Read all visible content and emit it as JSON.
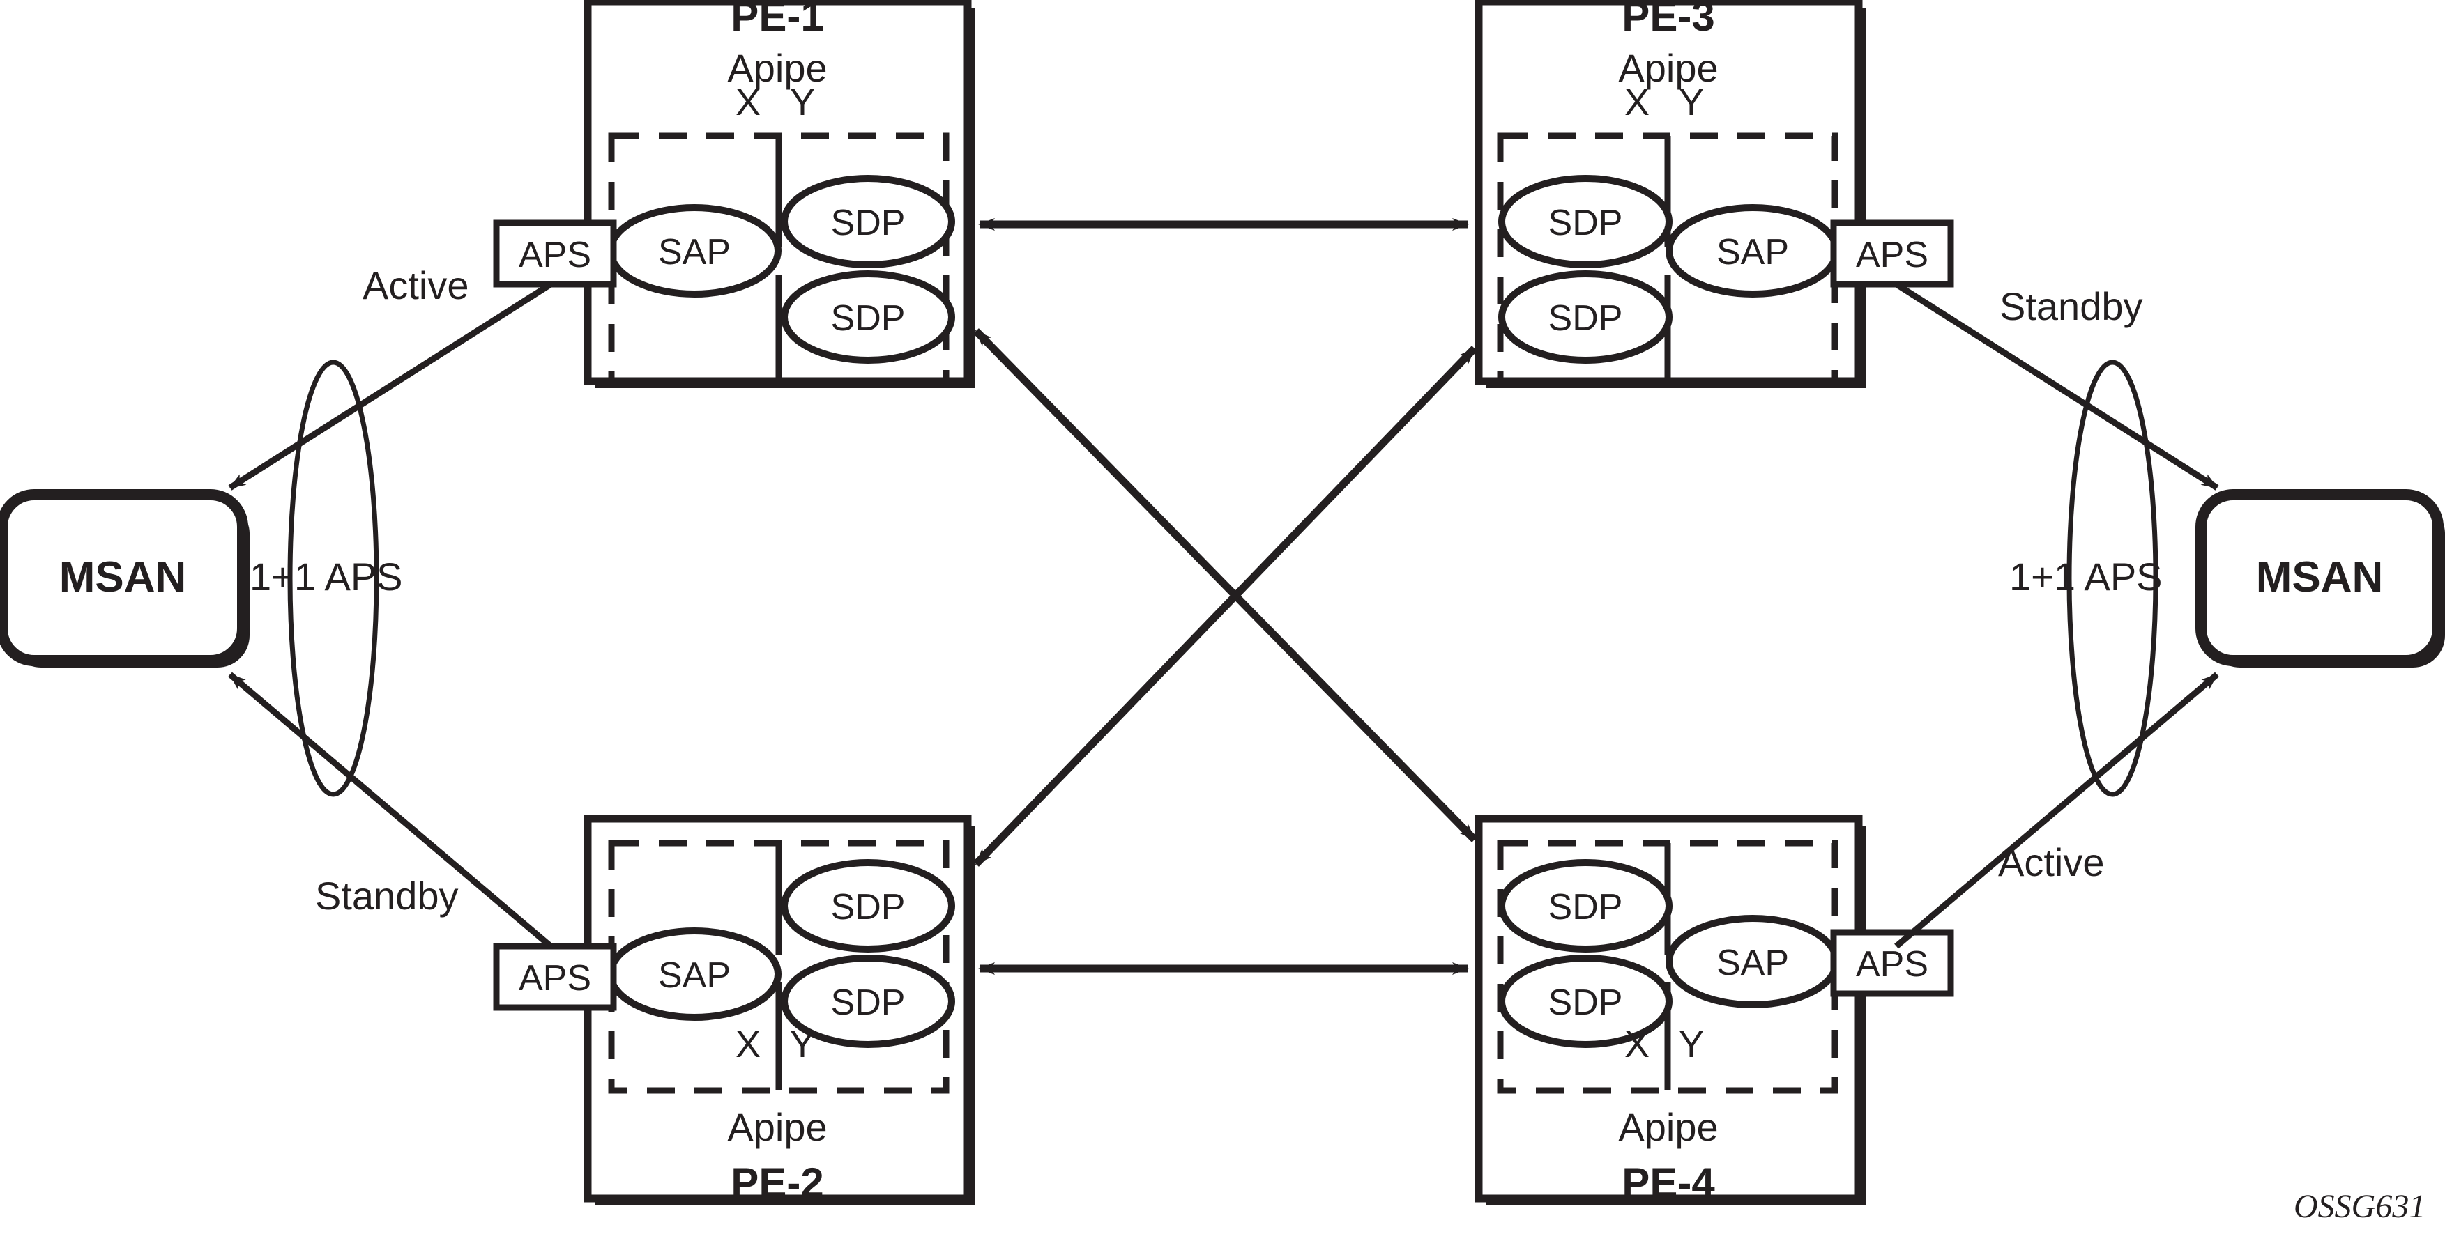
{
  "figure": {
    "id_label": "OSSG631",
    "colors": {
      "ink": "#231f20",
      "background": "#ffffff"
    }
  },
  "access_nodes": [
    {
      "name": "msan-left",
      "label": "MSAN"
    },
    {
      "name": "msan-right",
      "label": "MSAN"
    }
  ],
  "aps_groups": [
    {
      "name": "aps-group-left",
      "label": "1+1 APS"
    },
    {
      "name": "aps-group-right",
      "label": "1+1 APS"
    }
  ],
  "links": [
    {
      "name": "link-pe1-msan-left",
      "state": "Active"
    },
    {
      "name": "link-pe2-msan-left",
      "state": "Standby"
    },
    {
      "name": "link-pe3-msan-right",
      "state": "Standby"
    },
    {
      "name": "link-pe4-msan-right",
      "state": "Active"
    }
  ],
  "routers": [
    {
      "name": "pe-1",
      "title": "PE-1",
      "service": "Apipe",
      "aps_label": "APS",
      "endpoints": {
        "x": "X",
        "y": "Y"
      },
      "sap_label": "SAP",
      "sdp_labels": [
        "SDP",
        "SDP"
      ],
      "sap_side": "X",
      "sdp_side": "Y",
      "label_position": "top"
    },
    {
      "name": "pe-3",
      "title": "PE-3",
      "service": "Apipe",
      "aps_label": "APS",
      "endpoints": {
        "x": "X",
        "y": "Y"
      },
      "sap_label": "SAP",
      "sdp_labels": [
        "SDP",
        "SDP"
      ],
      "sap_side": "Y",
      "sdp_side": "X",
      "label_position": "top"
    },
    {
      "name": "pe-2",
      "title": "PE-2",
      "service": "Apipe",
      "aps_label": "APS",
      "endpoints": {
        "x": "X",
        "y": "Y"
      },
      "sap_label": "SAP",
      "sdp_labels": [
        "SDP",
        "SDP"
      ],
      "sap_side": "X",
      "sdp_side": "Y",
      "label_position": "bottom"
    },
    {
      "name": "pe-4",
      "title": "PE-4",
      "service": "Apipe",
      "aps_label": "APS",
      "endpoints": {
        "x": "X",
        "y": "Y"
      },
      "sap_label": "SAP",
      "sdp_labels": [
        "SDP",
        "SDP"
      ],
      "sap_side": "Y",
      "sdp_side": "X",
      "label_position": "bottom"
    }
  ],
  "pseudowires": [
    {
      "name": "pw-pe1-pe3",
      "from": "PE-1",
      "to": "PE-3"
    },
    {
      "name": "pw-pe2-pe4",
      "from": "PE-2",
      "to": "PE-4"
    },
    {
      "name": "pw-pe1-pe4",
      "from": "PE-1",
      "to": "PE-4"
    },
    {
      "name": "pw-pe2-pe3",
      "from": "PE-2",
      "to": "PE-3"
    }
  ]
}
